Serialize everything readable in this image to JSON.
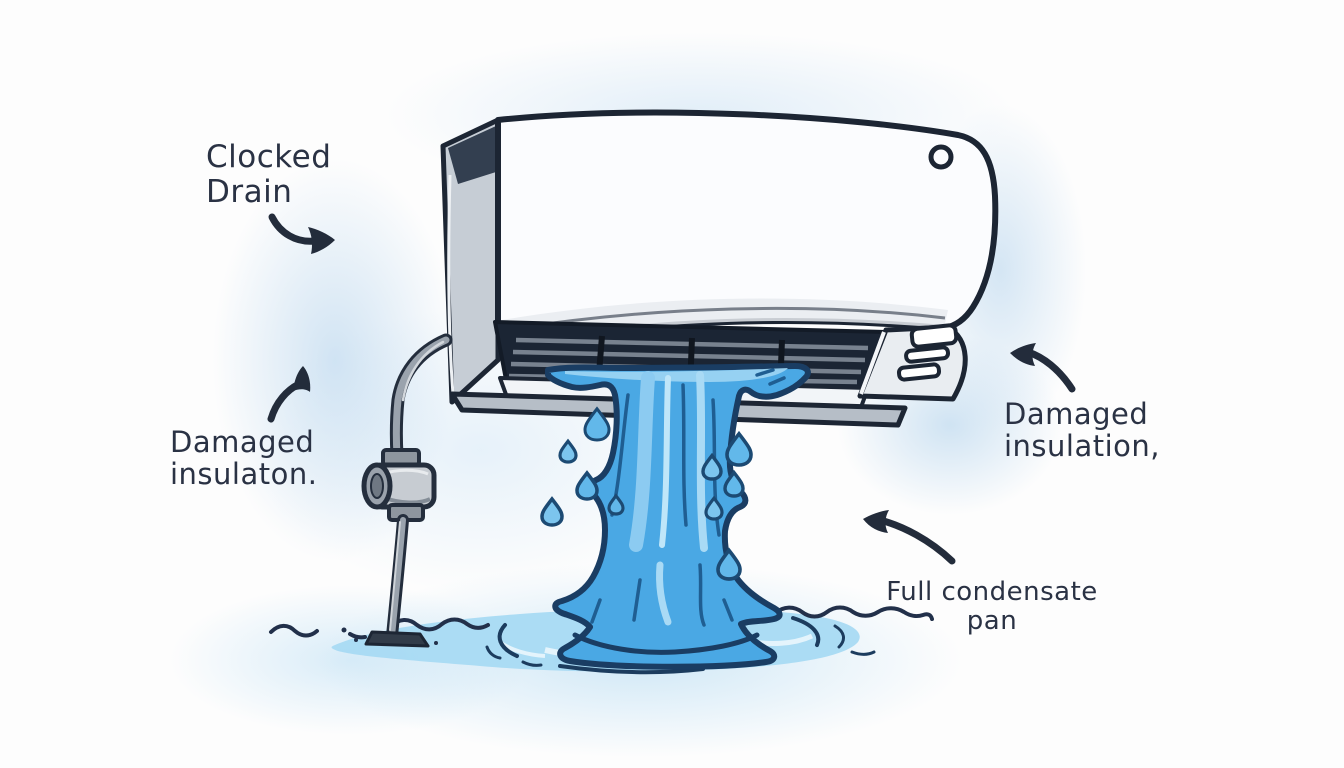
{
  "illustration": {
    "subject": "air-conditioner-water-leak-diagram",
    "labels": {
      "clogged_drain": {
        "line1": "Clocked",
        "line2": "Drain"
      },
      "damaged_insulation_left": {
        "line1": "Damaged",
        "line2": "insulaton."
      },
      "damaged_insulation_right": {
        "line1": "Damaged",
        "line2": "insulation,"
      },
      "full_condensate_pan": {
        "line1": "Full condensate",
        "line2": "pan"
      }
    },
    "colors": {
      "ink": "#232c3b",
      "water": "#4aa8e4",
      "water_light": "#9ad4f2",
      "water_outline": "#1a3d63",
      "pool": "#a8daf3",
      "ac_body": "#fafbfd",
      "ac_side": "#c6cdd5",
      "ac_vent": "#1c2634",
      "halo_blue": "#d8e9f6"
    }
  }
}
